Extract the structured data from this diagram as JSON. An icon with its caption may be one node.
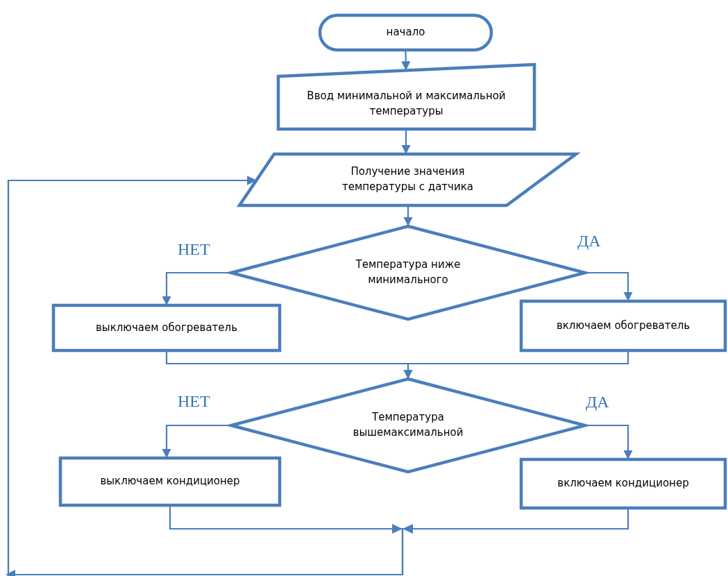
{
  "diagram": {
    "nodes": [
      {
        "text": [
          "начало"
        ]
      },
      {
        "text": [
          "Ввод минимальной и максимальной температуры"
        ]
      },
      {
        "text": [
          "Получение значения температуры с датчика"
        ]
      },
      {
        "text": [
          "Температура ниже минимального"
        ]
      },
      {
        "text": [
          "выключаем обогреватель"
        ]
      },
      {
        "text": [
          "включаем обогреватель"
        ]
      },
      {
        "text": [
          "Температура вышемаксимальной"
        ]
      },
      {
        "text": [
          "выключаем кондиционер"
        ]
      },
      {
        "text": [
          "включаем кондиционер"
        ]
      }
    ],
    "edges": [
      {
        "from": 0,
        "to": 1,
        "arrow": "to"
      },
      {
        "from": 1,
        "to": 2,
        "arrow": "to"
      },
      {
        "from": 2,
        "to": 3,
        "arrow": "to"
      },
      {
        "from": 3,
        "to": 4,
        "arrow": "to",
        "label": "НЕТ"
      },
      {
        "from": 3,
        "to": 5,
        "arrow": "to",
        "label": "ДА"
      },
      {
        "from": 4,
        "to": 6,
        "arrow": "to"
      },
      {
        "from": 5,
        "to": 6,
        "arrow": "to"
      },
      {
        "from": 6,
        "to": 7,
        "arrow": "to",
        "label": "НЕТ"
      },
      {
        "from": 6,
        "to": 8,
        "arrow": "to",
        "label": "ДА"
      },
      {
        "from": 7,
        "to": 2,
        "arrow": "to"
      },
      {
        "from": 8,
        "to": 2,
        "arrow": "to"
      }
    ]
  }
}
